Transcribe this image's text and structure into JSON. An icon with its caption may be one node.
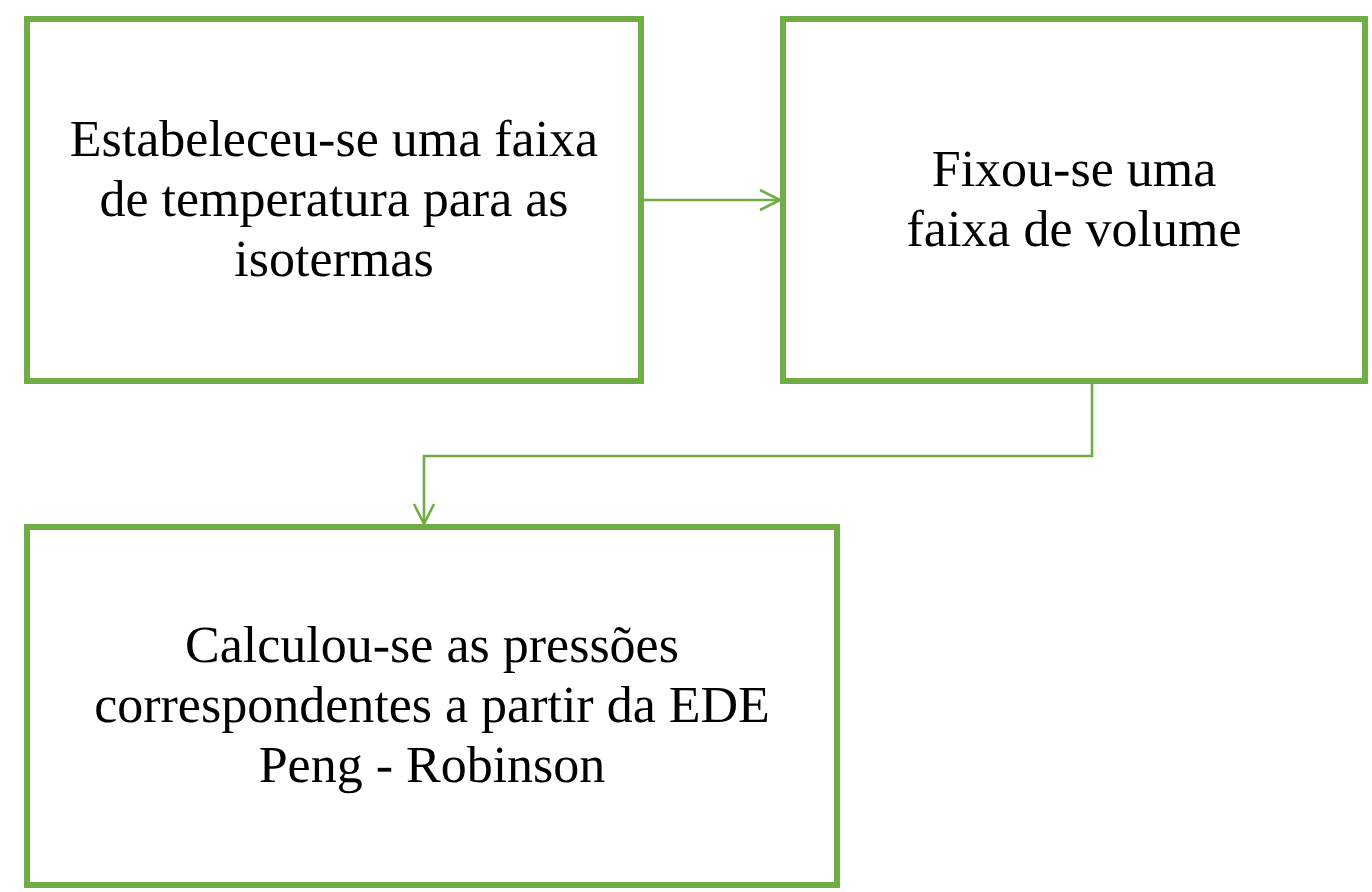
{
  "diagram": {
    "nodes": [
      {
        "text": [
          "Estabeleceu-se uma faixa de temperatura para as isotermas"
        ]
      },
      {
        "text": [
          "Fixou-se uma faixa de volume"
        ]
      },
      {
        "text": [
          "Calculou-se as pressões correspondentes a partir da EDE Peng - Robinson"
        ]
      }
    ],
    "edges": [
      {
        "from": 0,
        "to": 1,
        "arrow": "to"
      },
      {
        "from": 1,
        "to": 2,
        "arrow": "to"
      }
    ]
  }
}
